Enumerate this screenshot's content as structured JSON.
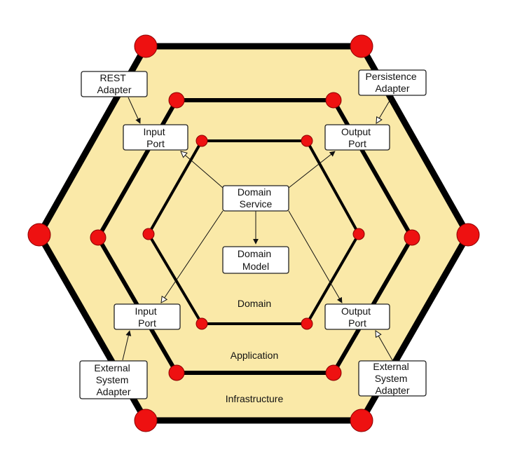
{
  "layers": {
    "domain": "Domain",
    "application": "Application",
    "infrastructure": "Infrastructure"
  },
  "nodes": {
    "domain_service": [
      "Domain",
      "Service"
    ],
    "domain_model": [
      "Domain",
      "Model"
    ],
    "input_port_top": [
      "Input",
      "Port"
    ],
    "output_port_top": [
      "Output",
      "Port"
    ],
    "input_port_bottom": [
      "Input",
      "Port"
    ],
    "output_port_bottom": [
      "Output",
      "Port"
    ],
    "rest_adapter": [
      "REST",
      "Adapter"
    ],
    "persistence_adapter": [
      "Persistence",
      "Adapter"
    ],
    "external_adapter_left": [
      "External",
      "System",
      "Adapter"
    ],
    "external_adapter_right": [
      "External",
      "System",
      "Adapter"
    ]
  },
  "colors": {
    "fill": "#fae9a8",
    "border": "#000000",
    "vertex": "#ee1111",
    "vertex_stroke": "#8a0000"
  }
}
